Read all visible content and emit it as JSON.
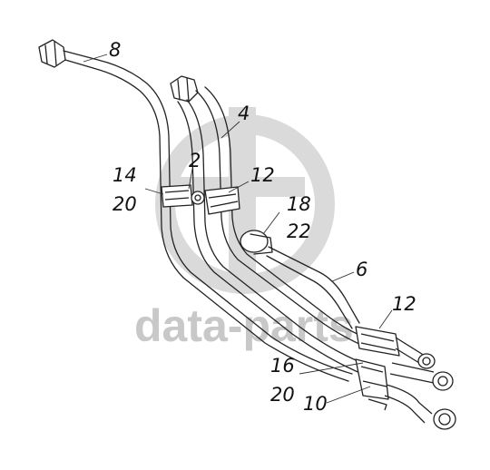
{
  "diagram": {
    "callouts": [
      {
        "id": "c8",
        "text": "8"
      },
      {
        "id": "c4",
        "text": "4"
      },
      {
        "id": "c2",
        "text": "2"
      },
      {
        "id": "c14",
        "text": "14"
      },
      {
        "id": "c20a",
        "text": "20"
      },
      {
        "id": "c12a",
        "text": "12"
      },
      {
        "id": "c18",
        "text": "18"
      },
      {
        "id": "c22",
        "text": "22"
      },
      {
        "id": "c6",
        "text": "6"
      },
      {
        "id": "c12b",
        "text": "12"
      },
      {
        "id": "c16",
        "text": "16"
      },
      {
        "id": "c20b",
        "text": "20"
      },
      {
        "id": "c10",
        "text": "10"
      }
    ],
    "watermark": {
      "text": "data-parts",
      "color": "#c8c8c8"
    },
    "colors": {
      "line": "#222222",
      "leader": "#333333",
      "background": "#ffffff"
    }
  }
}
